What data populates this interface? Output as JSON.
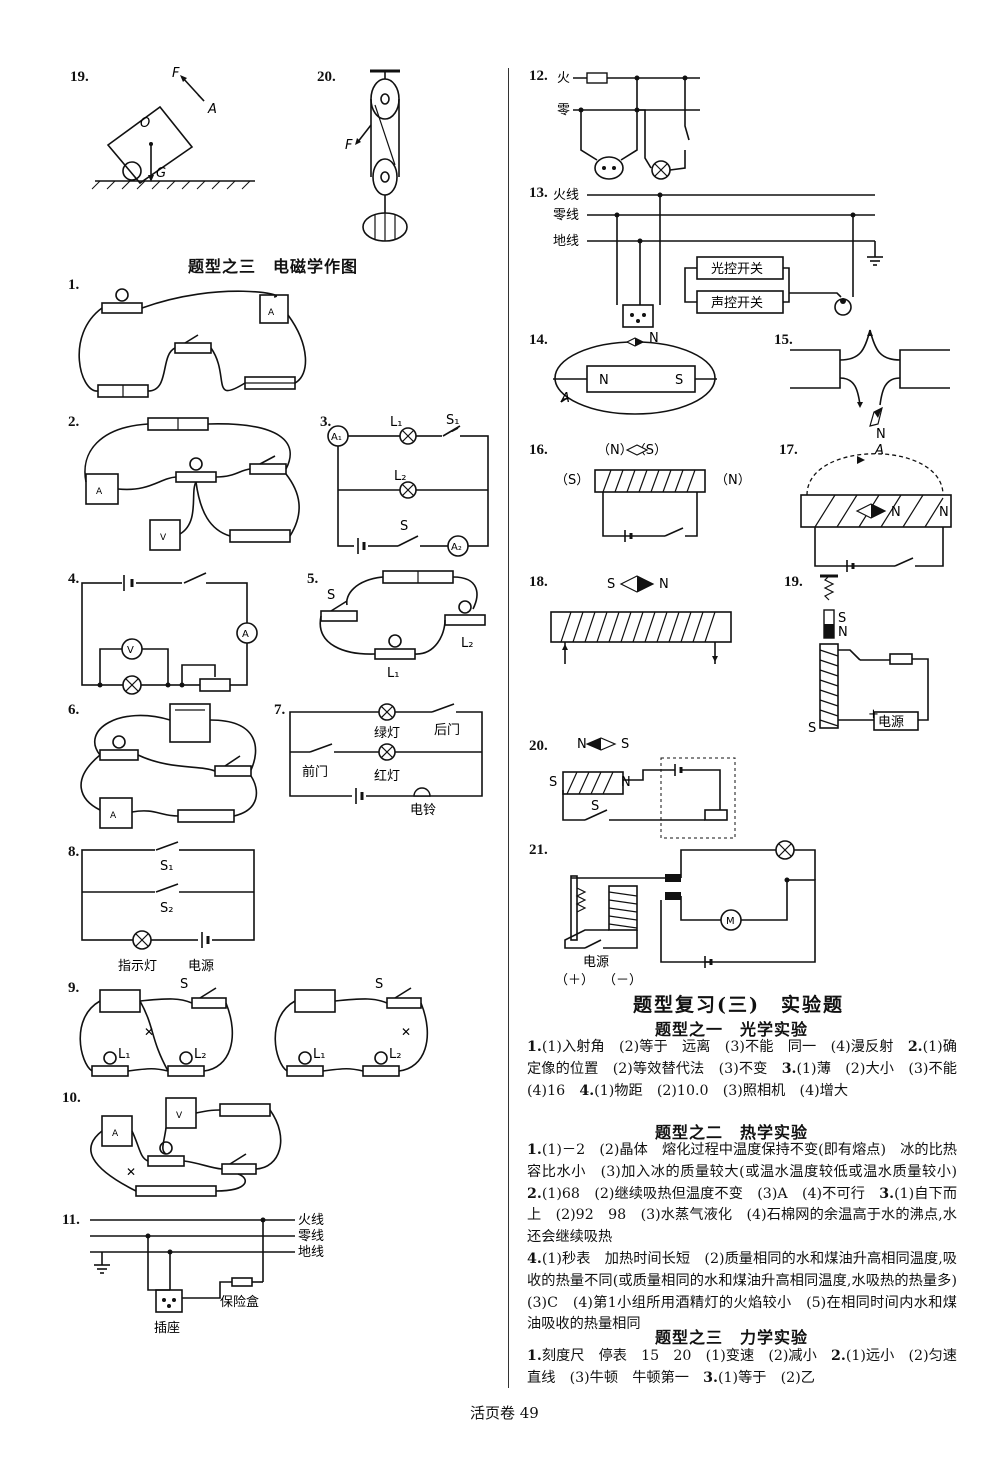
{
  "figures": {
    "f19": {
      "num": "19.",
      "F": "F",
      "A": "A",
      "O": "O",
      "G": "G"
    },
    "f20": {
      "num": "20.",
      "F": "F"
    },
    "section3_title": "题型之三　电磁学作图",
    "f1": {
      "num": "1."
    },
    "f2": {
      "num": "2."
    },
    "f3": {
      "num": "3.",
      "A1": "A₁",
      "L1": "L₁",
      "S1": "S₁",
      "L2": "L₂",
      "S": "S",
      "A2": "A₂"
    },
    "f4": {
      "num": "4.",
      "V": "V",
      "A": "A"
    },
    "f5": {
      "num": "5.",
      "S": "S",
      "L1": "L₁",
      "L2": "L₂"
    },
    "f6": {
      "num": "6."
    },
    "f7": {
      "num": "7.",
      "green": "绿灯",
      "back": "后门",
      "front": "前门",
      "red": "红灯",
      "bell": "电铃"
    },
    "f8": {
      "num": "8.",
      "S1": "S₁",
      "S2": "S₂",
      "lamp": "指示灯",
      "power": "电源"
    },
    "f9": {
      "num": "9.",
      "S": "S",
      "L1": "L₁",
      "L2": "L₂"
    },
    "f10": {
      "num": "10."
    },
    "f11": {
      "num": "11.",
      "fire": "火线",
      "zero": "零线",
      "ground": "地线",
      "socket": "插座",
      "fuse": "保险盒"
    },
    "f12": {
      "num": "12.",
      "fire": "火",
      "zero": "零"
    },
    "f13": {
      "num": "13.",
      "fire": "火线",
      "zero": "零线",
      "ground": "地线",
      "light_switch": "光控开关",
      "sound_switch": "声控开关"
    },
    "f14": {
      "num": "14.",
      "N_top": "N",
      "N": "N",
      "S": "S",
      "A": "A"
    },
    "f15": {
      "num": "15.",
      "N": "N"
    },
    "f16": {
      "num": "16.",
      "top": "（N）　（S）",
      "left": "（S）",
      "right": "（N）"
    },
    "f17": {
      "num": "17.",
      "A": "A",
      "N1": "N",
      "N2": "N"
    },
    "f18": {
      "num": "18.",
      "S": "S",
      "N": "N"
    },
    "f19b": {
      "num": "19.",
      "S1": "S",
      "N": "N",
      "S2": "S",
      "power": "电源",
      "plus": "+"
    },
    "f20b": {
      "num": "20.",
      "N": "N",
      "S1": "S",
      "N2": "N",
      "S2": "S",
      "S3": "S"
    },
    "f21": {
      "num": "21.",
      "M": "M",
      "power": "电源",
      "plus": "（＋）",
      "minus": "（－）"
    }
  },
  "review3": {
    "title": "题型复习(三)　实验题",
    "sub1": "题型之一　光学实验",
    "ans1": [
      "1.",
      "(1)入射角　(2)等于　远离　(3)不能　同一　(4)漫反射　",
      "2.",
      "(1)确定像的位置　(2)等效替代法　(3)不变　",
      "3.",
      "(1)薄　(2)大小　(3)不能　(4)16　",
      "4.",
      "(1)物距　(2)10.0　(3)照相机　(4)增大"
    ],
    "sub2": "题型之二　热学实验",
    "ans2": [
      "1.",
      "(1)－2　(2)晶体　熔化过程中温度保持不变(即有熔点)　冰的比热容比水小　(3)加入冰的质量较大(或温水温度较低或温水质量较小)　",
      "2.",
      "(1)68　(2)继续吸热但温度不变　(3)A　(4)不可行　",
      "3.",
      "(1)自下而上　(2)92　98　(3)水蒸气液化　(4)石棉网的余温高于水的沸点,水还会继续吸热",
      "4.",
      "(1)秒表　加热时间长短　(2)质量相同的水和煤油升高相同温度,吸收的热量不同(或质量相同的水和煤油升高相同温度,水吸热的热量多)　(3)C　(4)第1小组所用酒精灯的火焰较小　(5)在相同时间内水和煤油吸收的热量相同"
    ],
    "sub3": "题型之三　力学实验",
    "ans3": [
      "1.",
      "刻度尺　停表　15　20　(1)变速　(2)减小　",
      "2.",
      "(1)远小　(2)匀速直线　(3)牛顿　牛顿第一　",
      "3.",
      "(1)等于　(2)乙"
    ]
  },
  "footer": "活页卷 49"
}
